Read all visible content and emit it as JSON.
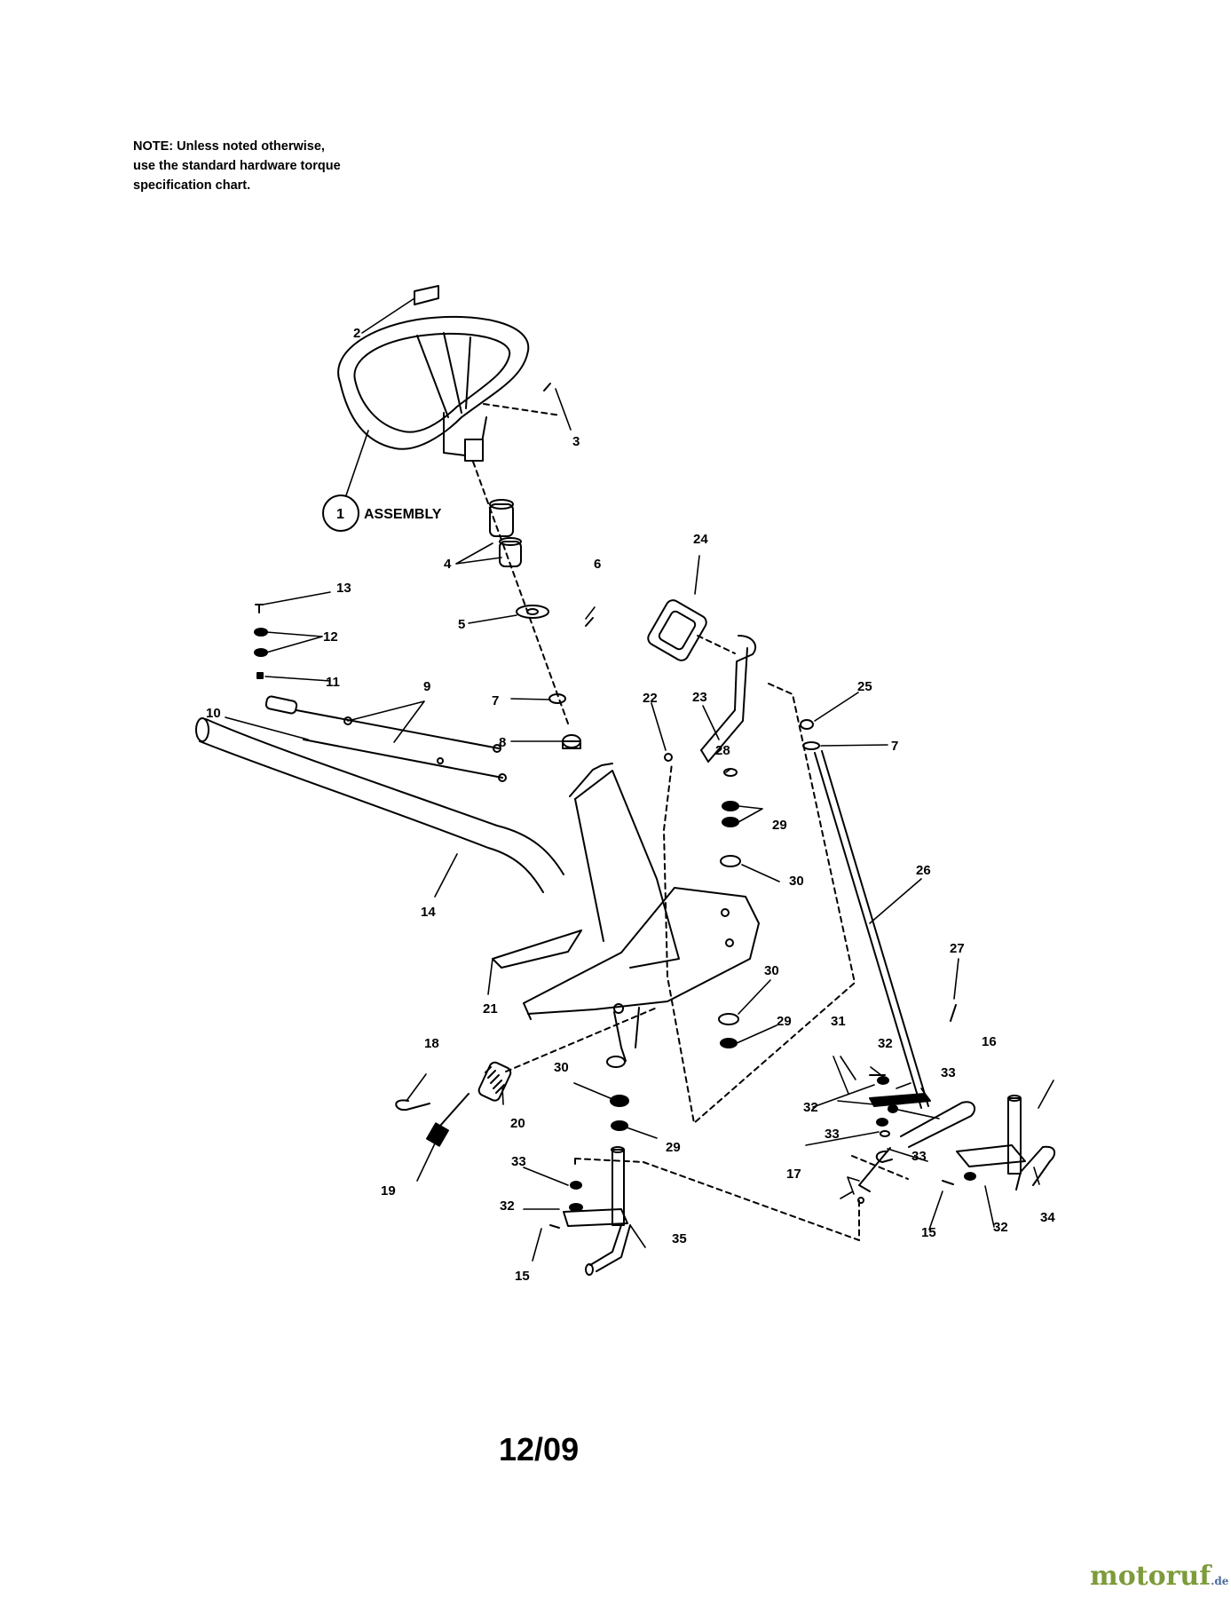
{
  "note": {
    "lines": [
      "NOTE: Unless noted otherwise,",
      "use the standard hardware torque",
      "specification chart."
    ]
  },
  "assembly": {
    "number": "1",
    "label": "ASSEMBLY"
  },
  "callouts": {
    "c2": "2",
    "c3": "3",
    "c4": "4",
    "c5": "5",
    "c6": "6",
    "c7a": "7",
    "c7b": "7",
    "c8": "8",
    "c9": "9",
    "c10": "10",
    "c11": "11",
    "c12": "12",
    "c13": "13",
    "c14": "14",
    "c15a": "15",
    "c15b": "15",
    "c16": "16",
    "c17": "17",
    "c18": "18",
    "c19": "19",
    "c20": "20",
    "c21": "21",
    "c22": "22",
    "c23": "23",
    "c24": "24",
    "c25": "25",
    "c26": "26",
    "c27": "27",
    "c28": "28",
    "c29a": "29",
    "c29b": "29",
    "c29c": "29",
    "c30a": "30",
    "c30b": "30",
    "c30c": "30",
    "c31": "31",
    "c32a": "32",
    "c32b": "32",
    "c32c": "32",
    "c32d": "32",
    "c33a": "33",
    "c33b": "33",
    "c33c": "33",
    "c33d": "33",
    "c34": "34",
    "c35": "35"
  },
  "date_code": "12/09",
  "watermark": {
    "main": "motoruf",
    "suffix": ".de"
  },
  "colors": {
    "ink": "#000000",
    "paper": "#ffffff",
    "watermark_green": "#7d9b3a",
    "watermark_blue": "#4a6a9c"
  }
}
